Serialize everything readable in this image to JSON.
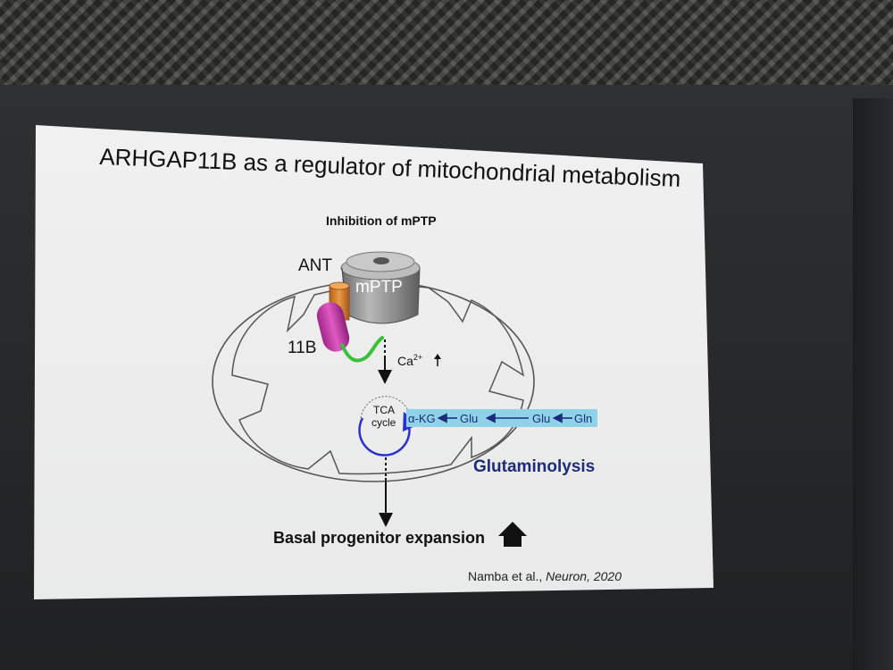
{
  "slide": {
    "title": "ARHGAP11B as a regulator of mitochondrial metabolism",
    "subtitle": "Inhibition of mPTP",
    "labels": {
      "ant": "ANT",
      "mptp": "mPTP",
      "protein_11b": "11B",
      "calcium": "Ca",
      "calcium_sup": "2+",
      "tca_line1": "TCA",
      "tca_line2": "cycle",
      "akg": "α-KG",
      "glu_inner": "Glu",
      "glu_outer": "Glu",
      "gln": "Gln",
      "glutaminolysis": "Glutaminolysis",
      "expansion": "Basal progenitor expansion"
    },
    "citation": {
      "authors": "Namba et al.,",
      "journal_year": "Neuron, 2020"
    }
  },
  "colors": {
    "slide_bg": "#eeeeee",
    "pathway_highlight": "#8fd3e8",
    "pathway_text": "#1d2c7a",
    "glutaminolysis_text": "#1d2c7a",
    "ant_orange": "#d9822b",
    "protein_11b_magenta": "#c53aa8",
    "linker_green": "#39c13c",
    "tca_arrow_blue": "#2a2fd0",
    "mptp_gray": "#8c8c8c"
  },
  "icons": {
    "up_arrow": "bold-up-arrow-icon",
    "calcium_up": "small-up-arrow-icon"
  }
}
